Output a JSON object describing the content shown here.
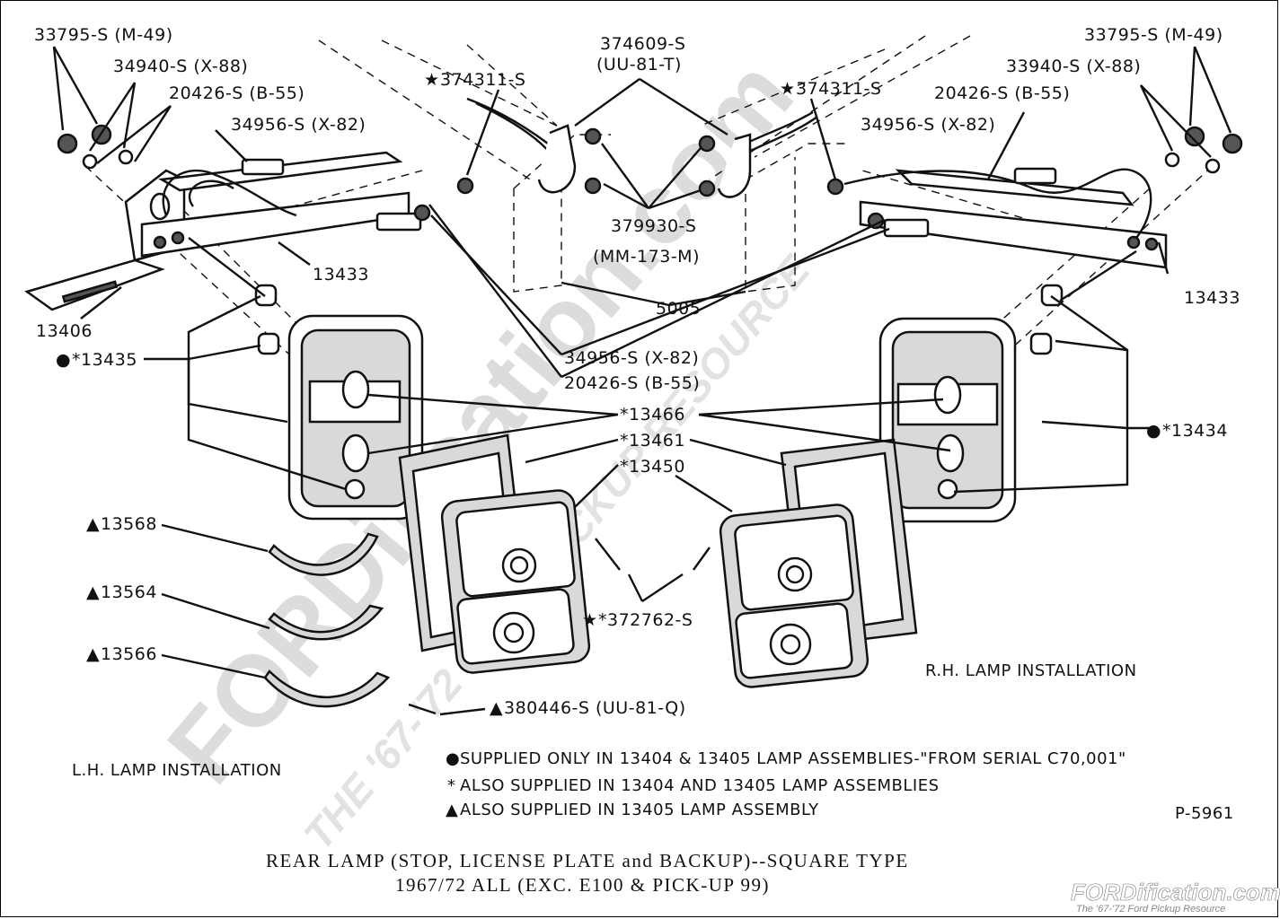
{
  "labels": {
    "l_33795": "33795-S (M-49)",
    "l_34940": "34940-S (X-88)",
    "l_20426": "20426-S (B-55)",
    "l_34956": "34956-S (X-82)",
    "l_374311": "374311-S",
    "l_374609a": "374609-S",
    "l_374609b": "(UU-81-T)",
    "r_374311": "374311-S",
    "r_20426": "20426-S (B-55)",
    "r_33940": "33940-S (X-88)",
    "r_33795": "33795-S (M-49)",
    "r_34956": "34956-S (X-82)",
    "c_379930a": "379930-S",
    "c_379930b": "(MM-173-M)",
    "l_13433": "13433",
    "r_13433": "13433",
    "l_13406": "13406",
    "c_5005": "5005",
    "c_34956": "34956-S (X-82)",
    "c_20426": "20426-S (B-55)",
    "l_13435": "*13435",
    "c_13466": "*13466",
    "c_13461": "*13461",
    "c_13450": "*13450",
    "r_13434": "*13434",
    "l_13568": "13568",
    "l_13564": "13564",
    "l_13566": "13566",
    "c_372762": "*372762-S",
    "c_380446": "380446-S (UU-81-Q)",
    "rh_install": "R.H. LAMP INSTALLATION",
    "lh_install": "L.H. LAMP INSTALLATION",
    "fig_no": "P-5961"
  },
  "notes": [
    "SUPPLIED ONLY IN 13404 & 13405 LAMP ASSEMBLIES-\"FROM SERIAL C70,001\"",
    "ALSO SUPPLIED IN 13404 AND 13405 LAMP ASSEMBLIES",
    "ALSO SUPPLIED IN 13405 LAMP ASSEMBLY"
  ],
  "note_marks": [
    "●",
    "*",
    "▲"
  ],
  "caption": {
    "line1": "REAR LAMP (STOP, LICENSE PLATE and BACKUP)--SQUARE TYPE",
    "line2": "1967/72  ALL (EXC. E100 & PICK-UP 99)"
  },
  "watermark": {
    "main": "FORDification.com",
    "sub": "THE '67-'72 FORD PICKUP RESOURCE"
  },
  "logo": {
    "name": "FORDification.com",
    "tagline": "The '67-'72 Ford Pickup Resource"
  },
  "symbols": {
    "star": "★",
    "dot": "●",
    "triangle": "▲"
  },
  "colors": {
    "ink": "#111111",
    "watermark": "#dcdcdc",
    "background": "#ffffff"
  }
}
